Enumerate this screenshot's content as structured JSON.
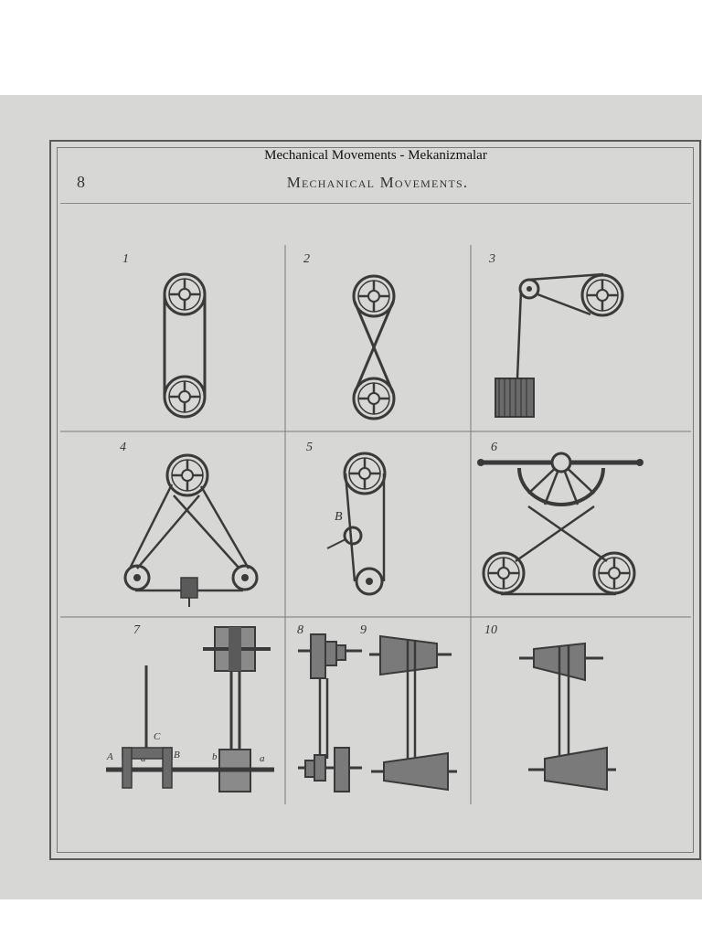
{
  "banner": "Mechanical Movements - Mekanizmalar",
  "page_number": "8",
  "running_head": "Mechanical Movements.",
  "figures": [
    "1",
    "2",
    "3",
    "4",
    "5",
    "6",
    "7",
    "8",
    "9",
    "10"
  ],
  "labels": {
    "fig5_b": "B",
    "fig7_a_upper": "A",
    "fig7_a_lower": "a",
    "fig7_b_upper": "B",
    "fig7_b_lower": "b",
    "fig7_c": "C",
    "fig7_a_right": "a"
  },
  "colors": {
    "paper": "#d7d7d5",
    "ink": "#3a3a3a"
  }
}
